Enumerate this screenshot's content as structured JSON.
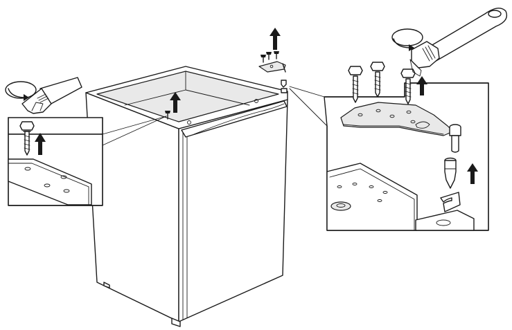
{
  "illustration": {
    "subject": "door-hinge-reversal",
    "panels": [
      "left-hinge-detail",
      "main-cabinet",
      "right-hinge-detail"
    ],
    "colors": {
      "line": "#1a1a1a",
      "fill": "#ffffff",
      "shade": "#e9e9e9"
    },
    "icons": [
      "wrench-icon",
      "rotate-arrow-icon",
      "screw-icon",
      "up-arrow-icon",
      "hinge-bracket-icon",
      "hinge-pin-icon",
      "plastic-sleeve-icon",
      "clip-icon"
    ]
  }
}
